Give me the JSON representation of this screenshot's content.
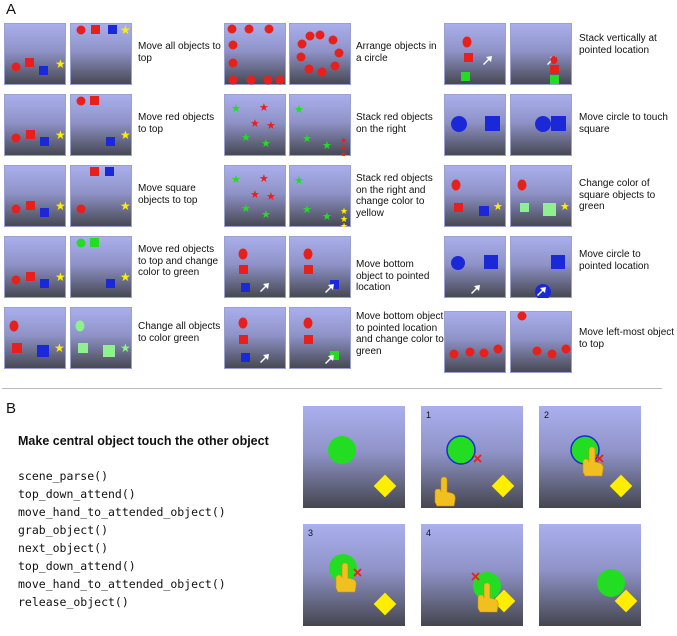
{
  "section_a": {
    "label": "A"
  },
  "section_b": {
    "label": "B"
  },
  "tasks": [
    {
      "caption": "Move all objects to top"
    },
    {
      "caption": "Move red objects to top"
    },
    {
      "caption": "Move square objects to top"
    },
    {
      "caption": "Move red objects to top and change color to green"
    },
    {
      "caption": "Change all objects to color green"
    },
    {
      "caption": "Arrange objects in a circle"
    },
    {
      "caption": "Stack red objects on the right"
    },
    {
      "caption": "Stack red objects on the right and change color to yellow"
    },
    {
      "caption": "Move bottom object to pointed location"
    },
    {
      "caption": "Move bottom object to pointed location and change color to green"
    },
    {
      "caption": "Stack vertically at pointed location"
    },
    {
      "caption": "Move circle to touch square"
    },
    {
      "caption": "Change color of square objects to green"
    },
    {
      "caption": "Move circle to pointed location"
    },
    {
      "caption": "Move left-most object to top"
    }
  ],
  "demo": {
    "title": "Make central object touch the other object",
    "program": [
      "scene_parse()",
      "top_down_attend()",
      "move_hand_to_attended_object()",
      "grab_object()",
      "next_object()",
      "top_down_attend()",
      "move_hand_to_attended_object()",
      "release_object()"
    ],
    "frame_numbers": [
      "1",
      "2",
      "3",
      "4"
    ]
  },
  "colors": {
    "red": "#e8201c",
    "blue": "#1b28d8",
    "green": "#22dd22",
    "light_green": "#8ef08e",
    "yellow": "#ffee00",
    "hand": "#f0c020"
  }
}
